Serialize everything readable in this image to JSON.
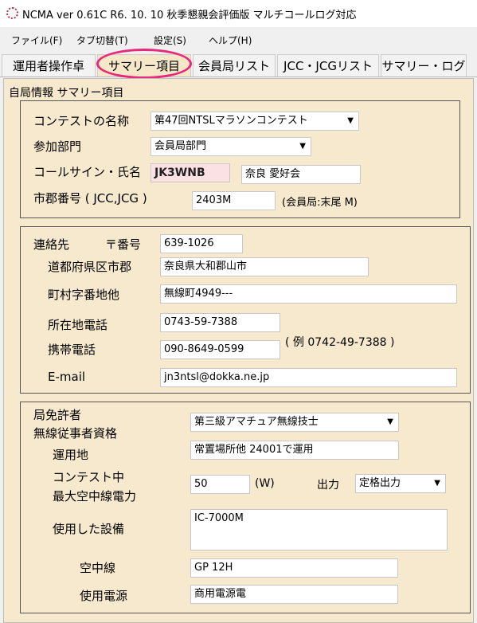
{
  "window": {
    "title": "NCMA ver 0.61C  R6. 10. 10   秋季懇親会評価版 マルチコールログ対応"
  },
  "menu": [
    "ファイル(F)",
    "タブ切替(T)",
    "設定(S)",
    "ヘルプ(H)"
  ],
  "tabs": [
    "運用者操作卓",
    "サマリー項目",
    "会員局リスト",
    "JCC・JCGリスト",
    "サマリー・ログ"
  ],
  "panel_heading": "自局情報  サマリー項目",
  "station": {
    "contest_label": "コンテストの名称",
    "contest_value": "第47回NTSLマラソンコンテスト",
    "category_label": "参加部門",
    "category_value": "会員局部門",
    "callsign_label": "コールサイン・氏名",
    "callsign_value": "JK3WNB",
    "name_value": "奈良  愛好会",
    "jcc_label": "市郡番号 ( JCC,JCG )",
    "jcc_value": "2403M",
    "jcc_note": "(会員局:末尾 M)"
  },
  "contact": {
    "heading": "連絡先",
    "zip_label": "〒番号",
    "zip_value": "639-1026",
    "pref_label": "道都府県区市郡",
    "pref_value": "奈良県大和郡山市",
    "street_label": "町村字番地他",
    "street_value": "無線町4949---",
    "tel_label": "所在地電話",
    "tel_value": "0743-59-7388",
    "mobile_label": "携帯電話",
    "mobile_value": "090-8649-0599",
    "example": "( 例 0742-49-7388 )",
    "email_label": "E-mail",
    "email_value": "jn3ntsl@dokka.ne.jp"
  },
  "license": {
    "label1": "局免許者",
    "label2": "無線従事者資格",
    "qual_value": "第三級アマチュア無線技士",
    "location_label": "運用地",
    "location_value": "常置場所他 24001で運用",
    "power_label1": "コンテスト中",
    "power_label2": "最大空中線電力",
    "power_value": "50",
    "power_unit": "(W)",
    "output_label": "出力",
    "output_value": "定格出力",
    "equipment_label": "使用した設備",
    "equipment_value": "IC-7000M",
    "antenna_label": "空中線",
    "antenna_value": "GP 12H",
    "power_source_label": "使用電源",
    "power_source_value": "商用電源電"
  }
}
